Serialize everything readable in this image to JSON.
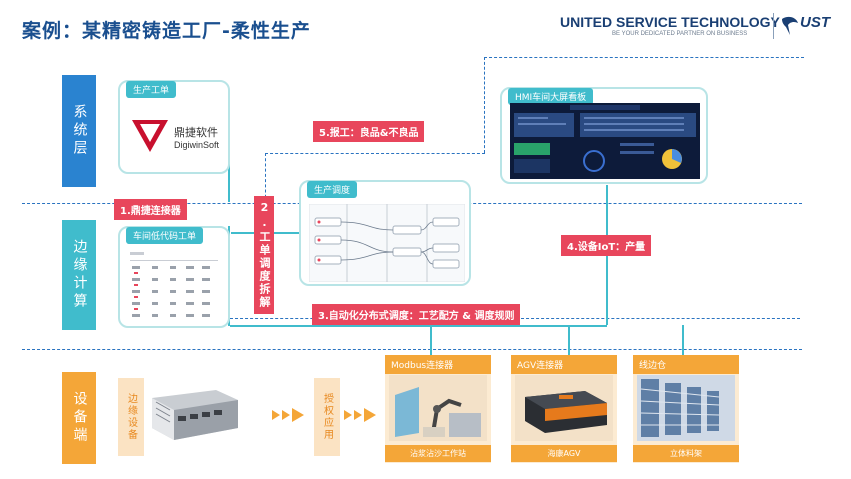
{
  "title": "案例：某精密铸造工厂-柔性生产",
  "brand": {
    "name": "UNITED SERVICE TECHNOLOGY",
    "tagline": "BE YOUR DEDICATED PARTNER ON BUSINESS",
    "short": "UST"
  },
  "layers": {
    "system": "系统层",
    "edge": "边缘计算",
    "device": "设备端"
  },
  "panels": {
    "production_order": "生产工单",
    "logo_cn": "鼎捷软件",
    "logo_en": "DigiwinSoft",
    "scheduling": "生产调度",
    "lowcode": "车间低代码工单",
    "hmi": "HMI车间大屏看板"
  },
  "red_labels": {
    "connector": "1.鼎捷连接器",
    "split": "2.工单调度拆解",
    "distributed": "3.自动化分布式调度：工艺配方 & 调度规则",
    "iot": "4.设备IoT：产量",
    "report": "5.报工：良品&不良品"
  },
  "device": {
    "edge_device": "边缘设备",
    "auth_app": "授权应用",
    "modbus": {
      "title": "Modbus连接器",
      "footer": "沾浆沾沙工作站"
    },
    "agv": {
      "title": "AGV连接器",
      "footer": "海康AGV"
    },
    "warehouse": {
      "title": "线边仓",
      "footer": "立体料架"
    }
  },
  "colors": {
    "blue": "#2a83d0",
    "teal": "#40bccc",
    "orange": "#f4a638",
    "red": "#e8465c"
  }
}
